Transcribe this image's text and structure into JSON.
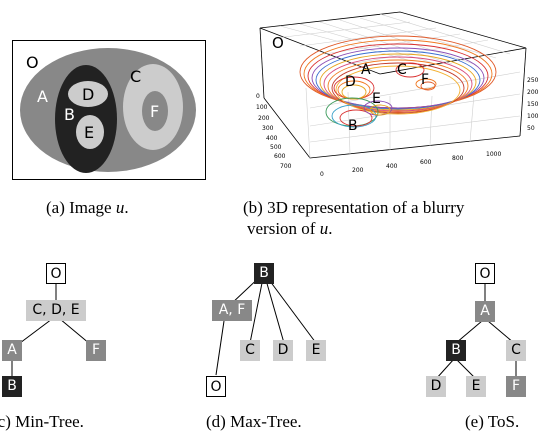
{
  "figure": {
    "panel_a": {
      "caption_prefix": "(a) Image ",
      "caption_var": "u",
      "caption_suffix": ".",
      "labels": {
        "O": "O",
        "A": "A",
        "B": "B",
        "C": "C",
        "D": "D",
        "E": "E",
        "F": "F"
      }
    },
    "panel_b": {
      "caption_line1": "(b) 3D representation of a blurry",
      "caption_line2_prefix": "version of ",
      "caption_var": "u",
      "caption_suffix": ".",
      "labels": {
        "O": "O",
        "A": "A",
        "B": "B",
        "C": "C",
        "D": "D",
        "E": "E",
        "F": "F"
      },
      "axis_left_ticks": [
        "0",
        "100",
        "200",
        "300",
        "400",
        "500",
        "600",
        "700"
      ],
      "axis_front_ticks": [
        "0",
        "200",
        "400",
        "600",
        "800",
        "1000"
      ],
      "axis_right_ticks": [
        "50",
        "100",
        "150",
        "200",
        "250"
      ]
    },
    "panel_c": {
      "caption": "(c) Min-Tree.",
      "nodes": {
        "root": "O",
        "cde": "C, D, E",
        "a": "A",
        "f": "F",
        "b": "B"
      }
    },
    "panel_d": {
      "caption": "(d) Max-Tree.",
      "nodes": {
        "root": "B",
        "af": "A, F",
        "c": "C",
        "d": "D",
        "e": "E",
        "o": "O"
      }
    },
    "panel_e": {
      "caption": "(e) ToS.",
      "nodes": {
        "root": "O",
        "a": "A",
        "b": "B",
        "c": "C",
        "d": "D",
        "e": "E",
        "f": "F"
      }
    },
    "colors": {
      "white": "#ffffff",
      "light_gray": "#cccccc",
      "mid_gray": "#888888",
      "dark": "#222222"
    }
  }
}
